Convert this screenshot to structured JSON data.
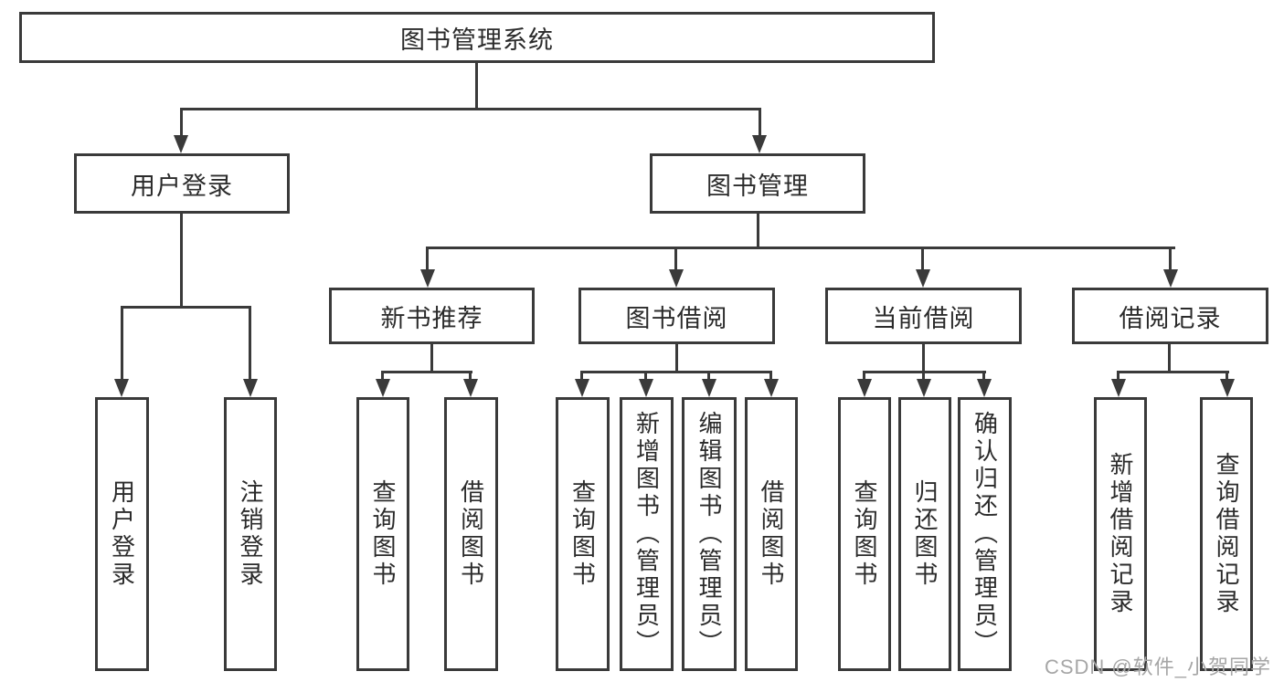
{
  "tree": {
    "label": "图书管理系统",
    "children": [
      {
        "label": "用户登录",
        "children": [
          {
            "label": "用户登录"
          },
          {
            "label": "注销登录"
          }
        ]
      },
      {
        "label": "图书管理",
        "children": [
          {
            "label": "新书推荐",
            "children": [
              {
                "label": "查询图书"
              },
              {
                "label": "借阅图书"
              }
            ]
          },
          {
            "label": "图书借阅",
            "children": [
              {
                "label": "查询图书"
              },
              {
                "label": "新增图书（管理员）"
              },
              {
                "label": "编辑图书（管理员）"
              },
              {
                "label": "借阅图书"
              }
            ]
          },
          {
            "label": "当前借阅",
            "children": [
              {
                "label": "查询图书"
              },
              {
                "label": "归还图书"
              },
              {
                "label": "确认归还（管理员）"
              }
            ]
          },
          {
            "label": "借阅记录",
            "children": [
              {
                "label": "新增借阅记录"
              },
              {
                "label": "查询借阅记录"
              }
            ]
          }
        ]
      }
    ]
  },
  "watermark": {
    "text": "CSDN @软件_小贺同学"
  },
  "colors": {
    "box_border": "#3a3a3a",
    "connector": "#3a3a3a",
    "text": "#2b2b2b",
    "watermark": "#a6a6a6",
    "background": "#ffffff"
  }
}
